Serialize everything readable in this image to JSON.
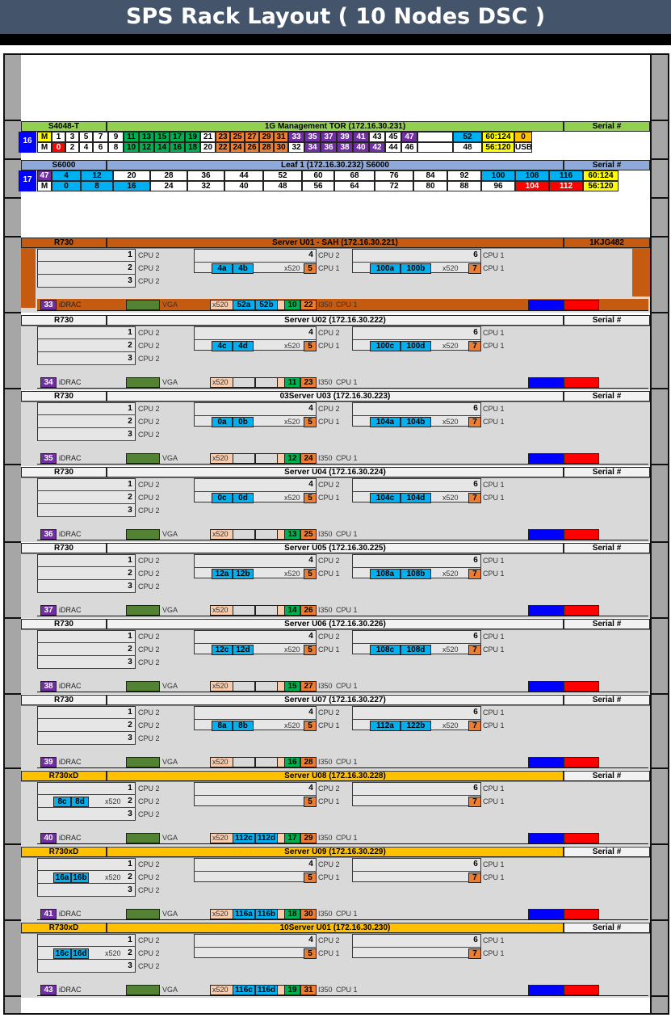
{
  "title": "SPS Rack Layout ( 10 Nodes DSC )",
  "colors": {
    "purple": "#7030a0",
    "blue": "#00b0f0",
    "orange": "#ed7d31",
    "green": "#00b050",
    "yellow": "#ffff00",
    "gold": "#ffc000",
    "red": "#ff0000",
    "darkblue": "#0000ff",
    "sahbrown": "#c55a11",
    "olive": "#548235",
    "header_green": "#92d050",
    "header_blue": "#8eaadb"
  },
  "u16": {
    "unit": "16",
    "model": "S4048-T",
    "title": "1G Management TOR (172.16.30.231)",
    "serial": "Serial #",
    "top": [
      {
        "v": "M",
        "c": "yellow"
      },
      {
        "v": "1"
      },
      {
        "v": "3"
      },
      {
        "v": "5"
      },
      {
        "v": "7"
      },
      {
        "v": "9"
      },
      {
        "v": "11",
        "c": "green"
      },
      {
        "v": "13",
        "c": "green"
      },
      {
        "v": "15",
        "c": "green"
      },
      {
        "v": "17",
        "c": "green"
      },
      {
        "v": "19",
        "c": "green"
      },
      {
        "v": "21"
      },
      {
        "v": "23",
        "c": "orange"
      },
      {
        "v": "25",
        "c": "orange"
      },
      {
        "v": "27",
        "c": "orange"
      },
      {
        "v": "29",
        "c": "orange"
      },
      {
        "v": "31",
        "c": "orange"
      },
      {
        "v": "33",
        "c": "purple"
      },
      {
        "v": "35",
        "c": "purple"
      },
      {
        "v": "37",
        "c": "purple"
      },
      {
        "v": "39",
        "c": "purple"
      },
      {
        "v": "41",
        "c": "purple"
      },
      {
        "v": "43"
      },
      {
        "v": "45"
      },
      {
        "v": "47",
        "c": "purple"
      },
      {
        "v": ""
      },
      {
        "v": "52",
        "c": "blue"
      },
      {
        "v": "60:124",
        "c": "yellow"
      },
      {
        "v": "0",
        "c": "gold"
      }
    ],
    "bottom": [
      {
        "v": "M"
      },
      {
        "v": "0",
        "c": "red"
      },
      {
        "v": "2"
      },
      {
        "v": "4"
      },
      {
        "v": "6"
      },
      {
        "v": "8"
      },
      {
        "v": "10",
        "c": "green"
      },
      {
        "v": "12",
        "c": "green"
      },
      {
        "v": "14",
        "c": "green"
      },
      {
        "v": "16",
        "c": "green"
      },
      {
        "v": "18",
        "c": "green"
      },
      {
        "v": "20"
      },
      {
        "v": "22",
        "c": "orange"
      },
      {
        "v": "24",
        "c": "orange"
      },
      {
        "v": "26",
        "c": "orange"
      },
      {
        "v": "28",
        "c": "orange"
      },
      {
        "v": "30",
        "c": "orange"
      },
      {
        "v": "32"
      },
      {
        "v": "34",
        "c": "purple"
      },
      {
        "v": "36",
        "c": "purple"
      },
      {
        "v": "38",
        "c": "purple"
      },
      {
        "v": "40",
        "c": "purple"
      },
      {
        "v": "42",
        "c": "purple"
      },
      {
        "v": "44"
      },
      {
        "v": "46"
      },
      {
        "v": ""
      },
      {
        "v": "48"
      },
      {
        "v": "56:120",
        "c": "yellow"
      },
      {
        "v": "USB"
      }
    ]
  },
  "u17": {
    "unit": "17",
    "model": "S6000",
    "title": "Leaf 1 (172.16.30.232) S6000",
    "serial": "Serial #",
    "top": [
      {
        "v": "47",
        "c": "purple"
      },
      {
        "v": "4",
        "c": "blue"
      },
      {
        "v": "12",
        "c": "blue"
      },
      {
        "v": "20"
      },
      {
        "v": "28"
      },
      {
        "v": "36"
      },
      {
        "v": "44"
      },
      {
        "v": "52"
      },
      {
        "v": "60"
      },
      {
        "v": "68"
      },
      {
        "v": "76"
      },
      {
        "v": "84"
      },
      {
        "v": "92"
      },
      {
        "v": "100",
        "c": "blue"
      },
      {
        "v": "108",
        "c": "blue"
      },
      {
        "v": "116",
        "c": "blue"
      },
      {
        "v": "60:124",
        "c": "yellow"
      }
    ],
    "bottom": [
      {
        "v": "M"
      },
      {
        "v": "0",
        "c": "blue"
      },
      {
        "v": "8",
        "c": "blue"
      },
      {
        "v": "16",
        "c": "blue"
      },
      {
        "v": "24"
      },
      {
        "v": "32"
      },
      {
        "v": "40"
      },
      {
        "v": "48"
      },
      {
        "v": "56"
      },
      {
        "v": "64"
      },
      {
        "v": "72"
      },
      {
        "v": "80"
      },
      {
        "v": "88"
      },
      {
        "v": "96"
      },
      {
        "v": "104",
        "c": "red"
      },
      {
        "v": "112",
        "c": "red"
      },
      {
        "v": "56:120",
        "c": "yellow"
      }
    ]
  },
  "servers": [
    {
      "model": "R730",
      "title": "Server U01 - SAH (172.16.30.221)",
      "serial": "1KJG482",
      "idrac_num": "33",
      "port_a": "4a",
      "port_b": "4b",
      "port_c": "100a",
      "port_d": "100b",
      "x520_a": "52a",
      "x520_b": "52b",
      "g1": "10",
      "o1": "22",
      "sah": true,
      "xd": false
    },
    {
      "model": "R730",
      "title": "Server U02 (172.16.30.222)",
      "serial": "Serial #",
      "idrac_num": "34",
      "port_a": "4c",
      "port_b": "4d",
      "port_c": "100c",
      "port_d": "100d",
      "x520_a": "",
      "x520_b": "",
      "g1": "11",
      "o1": "23",
      "sah": false,
      "xd": false
    },
    {
      "model": "R730",
      "title": "03Server U03 (172.16.30.223)",
      "serial": "Serial #",
      "idrac_num": "35",
      "port_a": "0a",
      "port_b": "0b",
      "port_c": "104a",
      "port_d": "104b",
      "x520_a": "",
      "x520_b": "",
      "g1": "12",
      "o1": "24",
      "sah": false,
      "xd": false
    },
    {
      "model": "R730",
      "title": "Server U04 (172.16.30.224)",
      "serial": "Serial #",
      "idrac_num": "36",
      "port_a": "0c",
      "port_b": "0d",
      "port_c": "104c",
      "port_d": "104d",
      "x520_a": "",
      "x520_b": "",
      "g1": "13",
      "o1": "25",
      "sah": false,
      "xd": false
    },
    {
      "model": "R730",
      "title": "Server U05 (172.16.30.225)",
      "serial": "Serial #",
      "idrac_num": "37",
      "port_a": "12a",
      "port_b": "12b",
      "port_c": "108a",
      "port_d": "108b",
      "x520_a": "",
      "x520_b": "",
      "g1": "14",
      "o1": "26",
      "sah": false,
      "xd": false
    },
    {
      "model": "R730",
      "title": "Server U06 (172.16.30.226)",
      "serial": "Serial #",
      "idrac_num": "38",
      "port_a": "12c",
      "port_b": "12d",
      "port_c": "108c",
      "port_d": "108d",
      "x520_a": "",
      "x520_b": "",
      "g1": "15",
      "o1": "27",
      "sah": false,
      "xd": false
    },
    {
      "model": "R730",
      "title": "Server U07 (172.16.30.227)",
      "serial": "Serial #",
      "idrac_num": "39",
      "port_a": "8a",
      "port_b": "8b",
      "port_c": "112a",
      "port_d": "122b",
      "x520_a": "",
      "x520_b": "",
      "g1": "16",
      "o1": "28",
      "sah": false,
      "xd": false
    },
    {
      "model": "R730xD",
      "title": "Server U08 (172.16.30.228)",
      "serial": "Serial #",
      "idrac_num": "40",
      "port_a": "8c",
      "port_b": "8d",
      "port_c": "",
      "port_d": "",
      "x520_a": "112c",
      "x520_b": "112d",
      "g1": "17",
      "o1": "29",
      "sah": false,
      "xd": true
    },
    {
      "model": "R730xD",
      "title": "Server U09 (172.16.30.229)",
      "serial": "Serial #",
      "idrac_num": "41",
      "port_a": "16a",
      "port_b": "16b",
      "port_c": "",
      "port_d": "",
      "x520_a": "116a",
      "x520_b": "116b",
      "g1": "18",
      "o1": "30",
      "sah": false,
      "xd": true
    },
    {
      "model": "R730xD",
      "title": "10Server U01 (172.16.30.230)",
      "serial": "Serial #",
      "idrac_num": "43",
      "port_a": "16c",
      "port_b": "16d",
      "port_c": "",
      "port_d": "",
      "x520_a": "116c",
      "x520_b": "116d",
      "g1": "19",
      "o1": "31",
      "sah": false,
      "xd": true
    }
  ],
  "labels": {
    "cpu1": "CPU 1",
    "cpu2": "CPU 2",
    "idrac": "iDRAC",
    "vga": "VGA",
    "x520": "x520",
    "x52_short": "x520",
    "i350": "I350",
    "slot1": "1",
    "slot2": "2",
    "slot3": "3",
    "slot4": "4",
    "slot5": "5",
    "slot6": "6",
    "slot7": "7"
  }
}
